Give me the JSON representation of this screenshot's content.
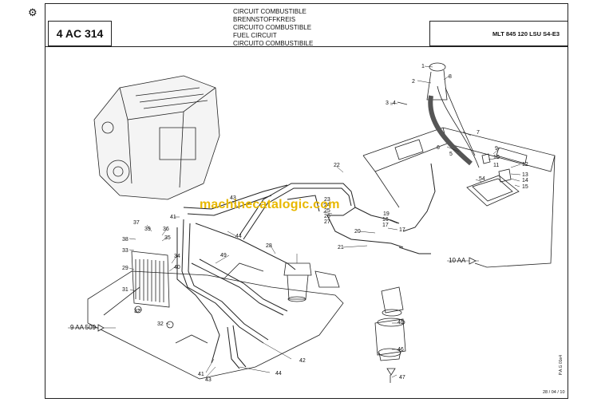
{
  "header": {
    "doc_code": "4 AC 314",
    "titles": [
      "CIRCUIT COMBUSTIBLE",
      "BRENNSTOFFKREIS",
      "CIRCUITO COMBUSTIBLE",
      "FUEL CIRCUIT",
      "CIRCUITO COMBUSTIBILE"
    ],
    "model": "MLT 845 120 LSU S4-E3"
  },
  "references": {
    "ref_9aa509": "9 AA 509",
    "ref_10aa": "10 AA"
  },
  "watermark": "machinecatalogic.com",
  "footer": {
    "date": "28 / 04 / 10",
    "side_text": "P.A.G 01e4"
  },
  "callouts": [
    "1",
    "2",
    "3",
    "4",
    "5",
    "6",
    "7",
    "8",
    "9",
    "10",
    "11",
    "12",
    "13",
    "14",
    "15",
    "16",
    "17",
    "17",
    "19",
    "20",
    "21",
    "22",
    "23",
    "24",
    "25",
    "26",
    "27",
    "28",
    "29",
    "31",
    "32",
    "32",
    "33",
    "34",
    "35",
    "36",
    "37",
    "38",
    "39",
    "40",
    "41",
    "41",
    "42",
    "43",
    "43",
    "44",
    "44",
    "45",
    "46",
    "47",
    "49",
    "54"
  ],
  "colors": {
    "line": "#222222",
    "watermark": "#e8b800"
  },
  "icons": {
    "logo": "manitou-logo-icon",
    "arrow": "reference-arrow-icon"
  }
}
